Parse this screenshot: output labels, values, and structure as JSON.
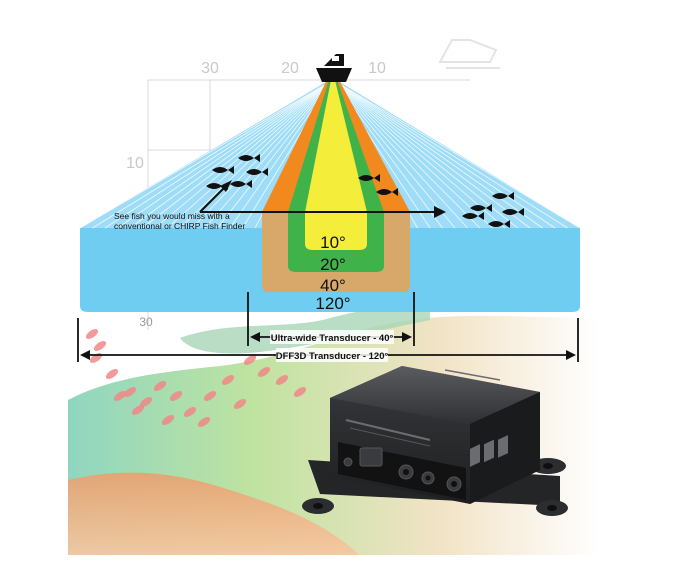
{
  "depth_grid": {
    "top_labels": [
      "30",
      "20",
      "10"
    ],
    "side_label": "10",
    "lower_label": "30"
  },
  "beam": {
    "angles": [
      {
        "label": "10°",
        "color": "#f4ee3a"
      },
      {
        "label": "20°",
        "color": "#3fb24a"
      },
      {
        "label": "40°",
        "color": "#f2891e"
      },
      {
        "label": "120°",
        "color": "#8ed8f5"
      }
    ],
    "water_color": "#6fcdf2",
    "lowest_band_color": "#d8a86a"
  },
  "callout": {
    "line1": "See fish you would miss with a",
    "line2": "conventional or CHIRP Fish Finder"
  },
  "dimensions": {
    "ultra_wide": "Ultra-wide Transducer - 40°",
    "dff3d": "DFF3D Transducer - 120°"
  }
}
